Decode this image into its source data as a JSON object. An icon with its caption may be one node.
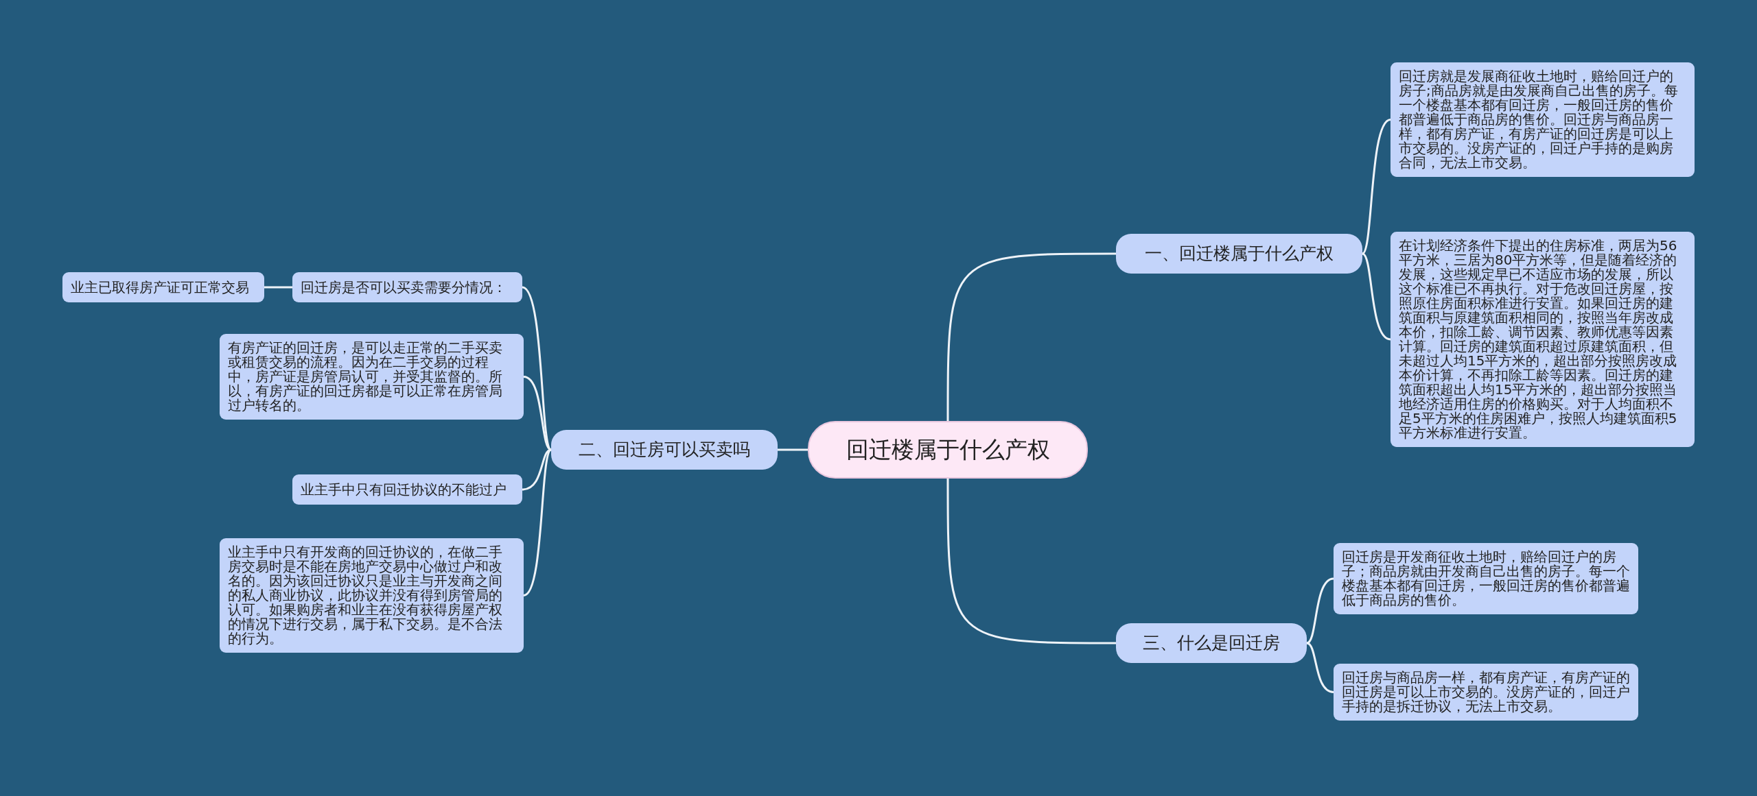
{
  "diagram": {
    "nodes": [
      {
        "text": [
          "回迁楼属于什么产权"
        ]
      },
      {
        "text": [
          "一、回迁楼属于什么产权"
        ]
      },
      {
        "text": [
          "回迁房就是发展商征收土地时，赔给回迁户的房子;商品房就是由发展商自己出售的房子。每一个楼盘基本都有回迁房，一般回迁房的售价都普遍低于商品房的售价。回迁房与商品房一样，都有房产证，有房产证的回迁房是可以上市交易的。没房产证的，回迁户手持的是购房合同，无法上市交易。"
        ]
      },
      {
        "text": [
          "在计划经济条件下提出的住房标准，两居为56平方米，三居为80平方米等，但是随着经济的发展，这些规定早已不适应市场的发展，所以这个标准已不再执行。对于危改回迁房屋，按照原住房面积标准进行安置。如果回迁房的建筑面积与原建筑面积相同的，按照当年房改成本价，扣除工龄、调节因素、教师优惠等因素计算。回迁房的建筑面积超过原建筑面积，但未超过人均15平方米的，超出部分按照房改成本价计算，不再扣除工龄等因素。回迁房的建筑面积超出人均15平方米的，超出部分按照当地经济适用住房的价格购买。对于人均面积不足5平方米的住房困难户，按照人均建筑面积5平方米标准进行安置。"
        ]
      },
      {
        "text": [
          "二、回迁房可以买卖吗"
        ]
      },
      {
        "text": [
          "回迁房是否可以买卖需要分情况："
        ]
      },
      {
        "text": [
          "业主已取得房产证可正常交易"
        ]
      },
      {
        "text": [
          "有房产证的回迁房，是可以走正常的二手买卖或租赁交易的流程。因为在二手交易的过程中，房产证是房管局认可，并受其监督的。所以，有房产证的回迁房都是可以正常在房管局过户转名的。"
        ]
      },
      {
        "text": [
          "业主手中只有回迁协议的不能过户"
        ]
      },
      {
        "text": [
          "业主手中只有开发商的回迁协议的，在做二手房交易时是不能在房地产交易中心做过户和改名的。因为该回迁协议只是业主与开发商之间的私人商业协议，此协议并没有得到房管局的认可。如果购房者和业主在没有获得房屋产权的情况下进行交易，属于私下交易。是不合法的行为。"
        ]
      },
      {
        "text": [
          "三、什么是回迁房"
        ]
      },
      {
        "text": [
          "回迁房是开发商征收土地时，赔给回迁户的房子；商品房就由开发商自己出售的房子。每一个楼盘基本都有回迁房，一般回迁房的售价都普遍低于商品房的售价。"
        ]
      },
      {
        "text": [
          "回迁房与商品房一样，都有房产证，有房产证的回迁房是可以上市交易的。没房产证的，回迁户手持的是拆迁协议，无法上市交易。"
        ]
      }
    ],
    "edges": [
      {
        "from": 0,
        "to": 1,
        "arrow": "none"
      },
      {
        "from": 0,
        "to": 4,
        "arrow": "none"
      },
      {
        "from": 0,
        "to": 10,
        "arrow": "none"
      },
      {
        "from": 1,
        "to": 2,
        "arrow": "none"
      },
      {
        "from": 1,
        "to": 3,
        "arrow": "none"
      },
      {
        "from": 4,
        "to": 5,
        "arrow": "none"
      },
      {
        "from": 4,
        "to": 7,
        "arrow": "none"
      },
      {
        "from": 4,
        "to": 8,
        "arrow": "none"
      },
      {
        "from": 4,
        "to": 9,
        "arrow": "none"
      },
      {
        "from": 5,
        "to": 6,
        "arrow": "none"
      },
      {
        "from": 10,
        "to": 11,
        "arrow": "none"
      },
      {
        "from": 10,
        "to": 12,
        "arrow": "none"
      }
    ]
  }
}
